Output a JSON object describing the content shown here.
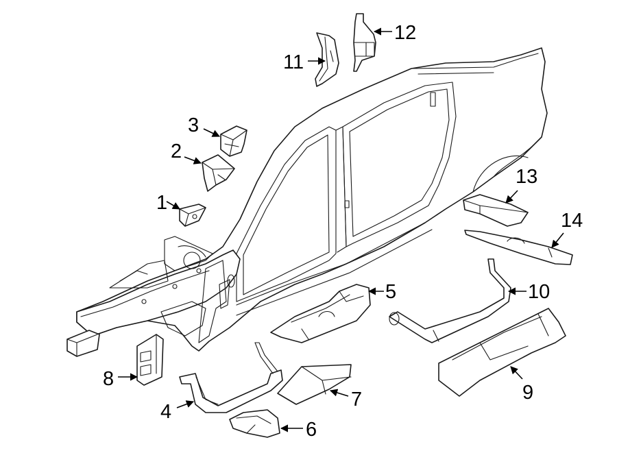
{
  "diagram": {
    "callouts": [
      {
        "id": "1",
        "label": "1"
      },
      {
        "id": "2",
        "label": "2"
      },
      {
        "id": "3",
        "label": "3"
      },
      {
        "id": "4",
        "label": "4"
      },
      {
        "id": "5",
        "label": "5"
      },
      {
        "id": "6",
        "label": "6"
      },
      {
        "id": "7",
        "label": "7"
      },
      {
        "id": "8",
        "label": "8"
      },
      {
        "id": "9",
        "label": "9"
      },
      {
        "id": "10",
        "label": "10"
      },
      {
        "id": "11",
        "label": "11"
      },
      {
        "id": "12",
        "label": "12"
      },
      {
        "id": "13",
        "label": "13"
      },
      {
        "id": "14",
        "label": "14"
      }
    ],
    "colors": {
      "line": "#1a1a1a",
      "background": "#ffffff",
      "text": "#000000"
    }
  }
}
